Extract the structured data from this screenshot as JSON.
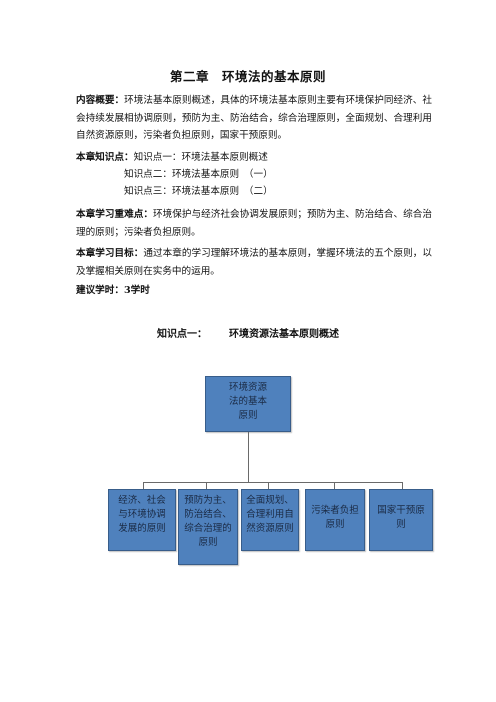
{
  "title": "第二章　环境法的基本原则",
  "summary": {
    "label": "内容概要：",
    "text": "环境法基本原则概述，具体的环境法基本原则主要有环境保护同经济、社会持续发展相协调原则，预防为主、防治结合，综合治理原则，全面规划、合理利用自然资源原则，污染者负担原则，国家干预原则。"
  },
  "knowledge": {
    "label": "本章知识点：",
    "items": [
      "知识点一：环境法基本原则概述",
      "知识点二：环境法基本原则　（一）",
      "知识点三：环境法基本原则　（二）"
    ]
  },
  "key_points": {
    "label": "本章学习重难点：",
    "text": "环境保护与经济社会协调发展原则；预防为主、防治结合、综合治理的原则；污染者负担原则。"
  },
  "goals": {
    "label": "本章学习目标：",
    "text": "通过本章的学习理解环境法的基本原则，掌握环境法的五个原则，以及掌握相关原则在实务中的运用。"
  },
  "hours": "建议学时：3学时",
  "section_heading": {
    "left": "知识点一：",
    "right": "环境资源法基本原则概述"
  },
  "diagram": {
    "root": [
      "环境资源",
      "法的基本",
      "原则"
    ],
    "children": [
      [
        "经济、社会",
        "与环境协调",
        "发展的原则"
      ],
      [
        "预防为主、",
        "防治结合、",
        "综合治理的",
        "原则"
      ],
      [
        "全面规划、",
        "合理利用自",
        "然资源原则"
      ],
      [
        "污染者负担",
        "原则"
      ],
      [
        "国家干预原",
        "则"
      ]
    ],
    "box_color": "#4f81bd"
  }
}
